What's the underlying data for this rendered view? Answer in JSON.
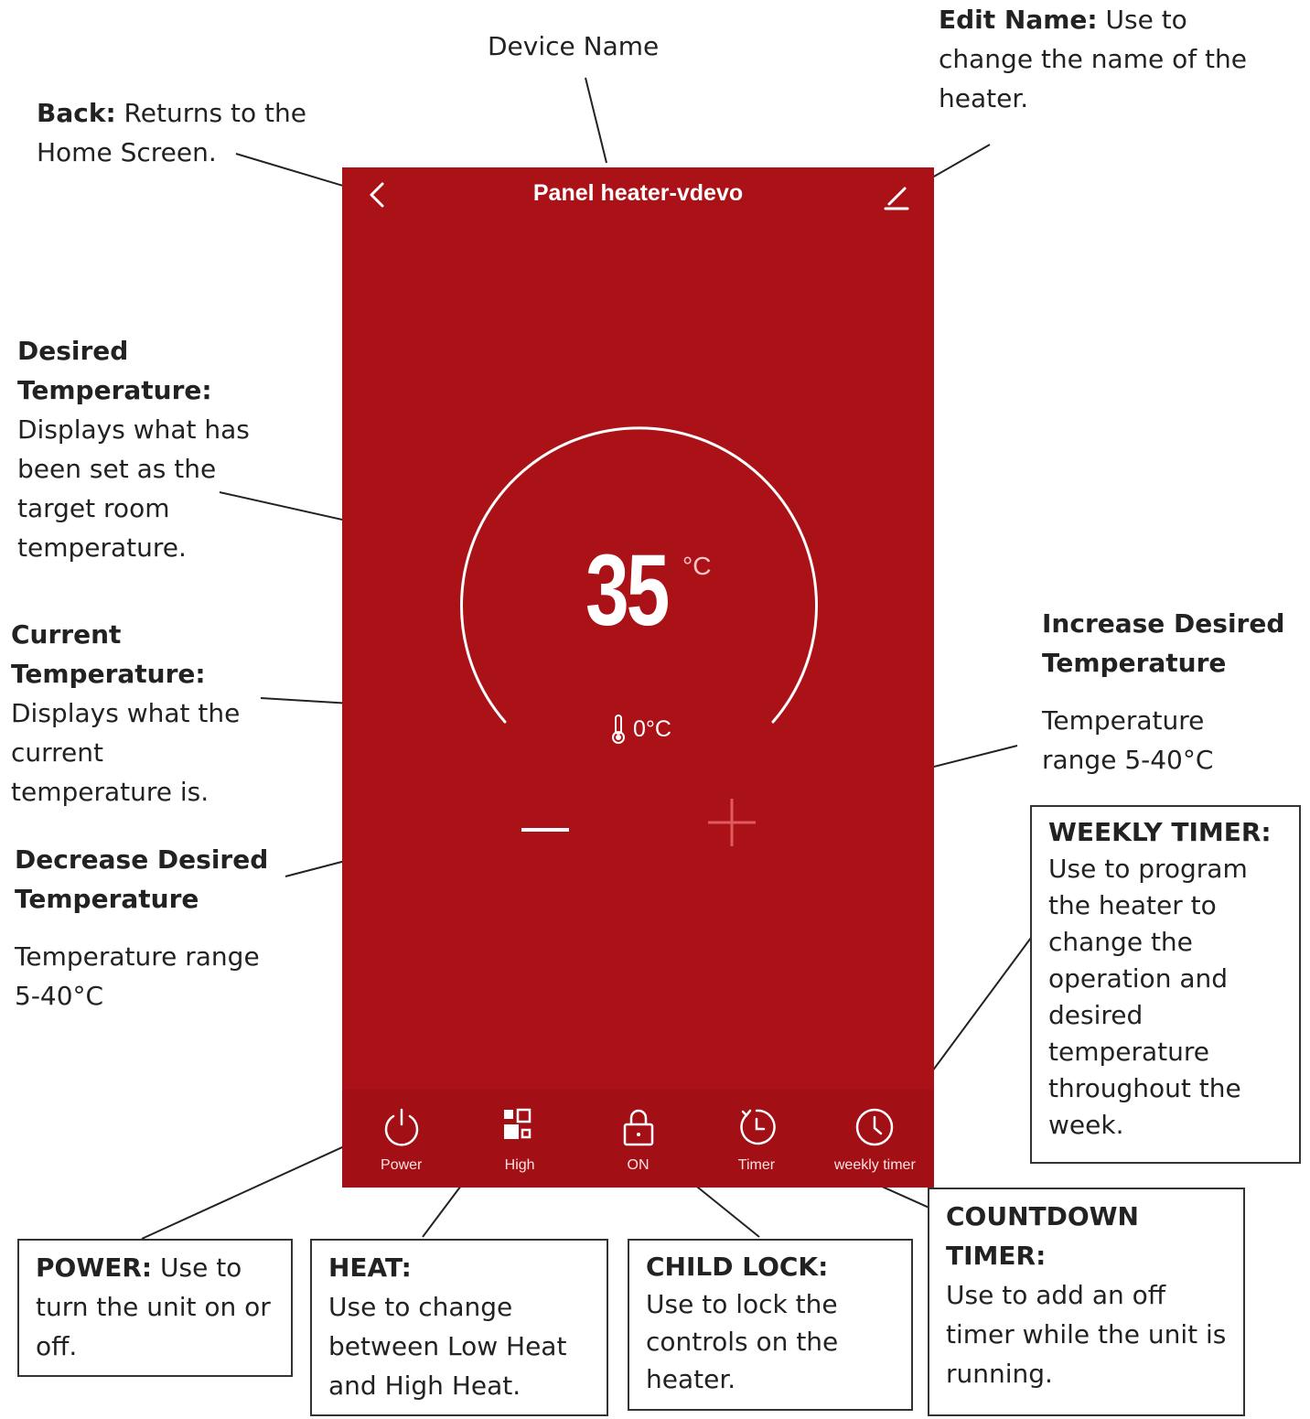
{
  "annotations": {
    "device_name": "Device Name",
    "back": {
      "title": "Back:",
      "text": [
        " Returns to the",
        "Home Screen."
      ]
    },
    "edit_name": {
      "title": "Edit Name:",
      "text": [
        " Use to",
        "change the name of the",
        "heater."
      ]
    },
    "desired_temp": {
      "title": [
        "Desired",
        "Temperature:"
      ],
      "text": [
        "Displays what has",
        "been set as the",
        "target room",
        "temperature."
      ]
    },
    "current_temp": {
      "title": [
        "Current",
        "Temperature:"
      ],
      "text": [
        "Displays what the",
        "current",
        "temperature is."
      ]
    },
    "decrease": {
      "title": [
        "Decrease Desired",
        "Temperature"
      ],
      "text": [
        "Temperature range",
        "5-40°C"
      ]
    },
    "increase": {
      "title": [
        "Increase Desired",
        "Temperature"
      ],
      "text": [
        "Temperature",
        "range 5-40°C"
      ]
    },
    "weekly_timer": {
      "title": "WEEKLY TIMER:",
      "text": [
        "Use to program",
        "the heater to",
        "change the",
        "operation and",
        "desired",
        "temperature",
        "throughout the",
        "week."
      ]
    },
    "power": {
      "title": "POWER:",
      "text": [
        " Use to",
        "turn the unit on or",
        "off."
      ]
    },
    "heat": {
      "title": "HEAT:",
      "text": [
        "Use to change",
        "between Low Heat",
        "and High Heat."
      ]
    },
    "child_lock": {
      "title": "CHILD LOCK:",
      "text": [
        "Use to lock the",
        "controls on the",
        "heater."
      ]
    },
    "countdown": {
      "title": [
        "COUNTDOWN",
        "TIMER:"
      ],
      "text": [
        "Use to add an off",
        "timer while the unit is",
        "running."
      ]
    }
  },
  "app": {
    "title": "Panel heater-vdevo",
    "setpoint": "35",
    "setpoint_unit": "°C",
    "current_temp": "0°C",
    "toolbar": [
      {
        "label": "Power",
        "icon": "power-icon"
      },
      {
        "label": "High",
        "icon": "heat-mode-icon"
      },
      {
        "label": "ON",
        "icon": "lock-icon"
      },
      {
        "label": "Timer",
        "icon": "countdown-timer-icon"
      },
      {
        "label": "weekly timer",
        "icon": "clock-icon"
      }
    ],
    "colors": {
      "screen": "#ab1218",
      "toolbar": "#a20f15",
      "text": "#ffffff"
    }
  }
}
